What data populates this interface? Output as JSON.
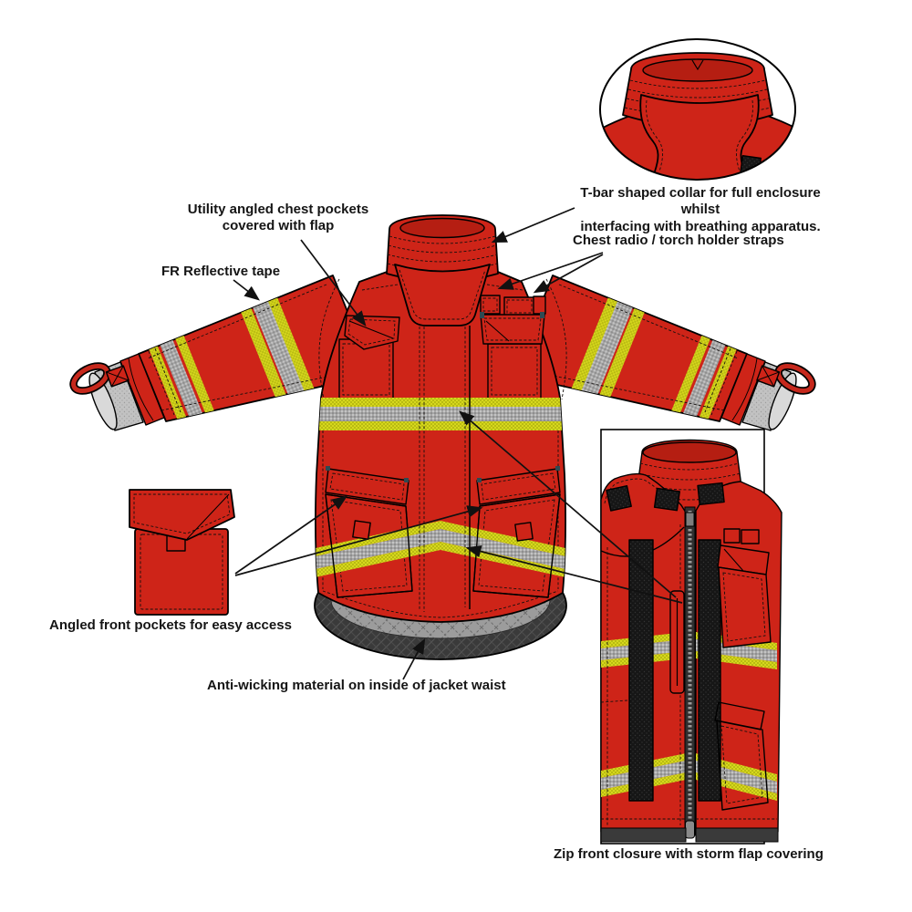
{
  "diagram": {
    "labels": {
      "utility_pockets": "Utility angled chest pockets\ncovered with flap",
      "fr_tape": "FR Reflective tape",
      "tbar_collar": "T-bar shaped collar for full enclosure whilst\ninterfacing with breathing apparatus.",
      "radio_straps": "Chest radio / torch holder straps",
      "front_pockets": "Angled front pockets for easy access",
      "anti_wicking": "Anti-wicking material on inside of jacket waist",
      "zip_closure": "Zip front closure with storm flap covering"
    },
    "colors": {
      "jacket_red": "#ce2418",
      "jacket_red_dark": "#a81b10",
      "tape_yellow": "#d6d71d",
      "tape_silver": "#a3a3a3",
      "anti_wick_dark": "#3a3a3a",
      "lining_grey": "#9c9c9c",
      "cuff_grey": "#c2c2c2",
      "velcro_black": "#161616",
      "outline_black": "#000000"
    }
  }
}
